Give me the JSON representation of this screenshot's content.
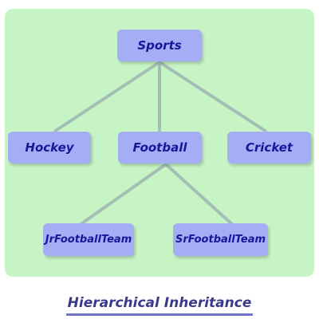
{
  "diagram": {
    "root": {
      "label": "Sports"
    },
    "level1": [
      {
        "label": "Hockey"
      },
      {
        "label": "Football"
      },
      {
        "label": "Cricket"
      }
    ],
    "level2": [
      {
        "label": "JrFootballTeam"
      },
      {
        "label": "SrFootballTeam"
      }
    ],
    "edges": [
      [
        "Sports",
        "Hockey"
      ],
      [
        "Sports",
        "Football"
      ],
      [
        "Sports",
        "Cricket"
      ],
      [
        "Football",
        "JrFootballTeam"
      ],
      [
        "Football",
        "SrFootballTeam"
      ]
    ],
    "caption": "Hierarchical Inheritance"
  },
  "colors": {
    "panel": "#c7f4c4",
    "node_fill": "#a5aef5",
    "node_text": "#17179a",
    "connector": "#a3bfb5",
    "caption_text": "#3a3a8c",
    "caption_underline": "#6b74c9"
  }
}
